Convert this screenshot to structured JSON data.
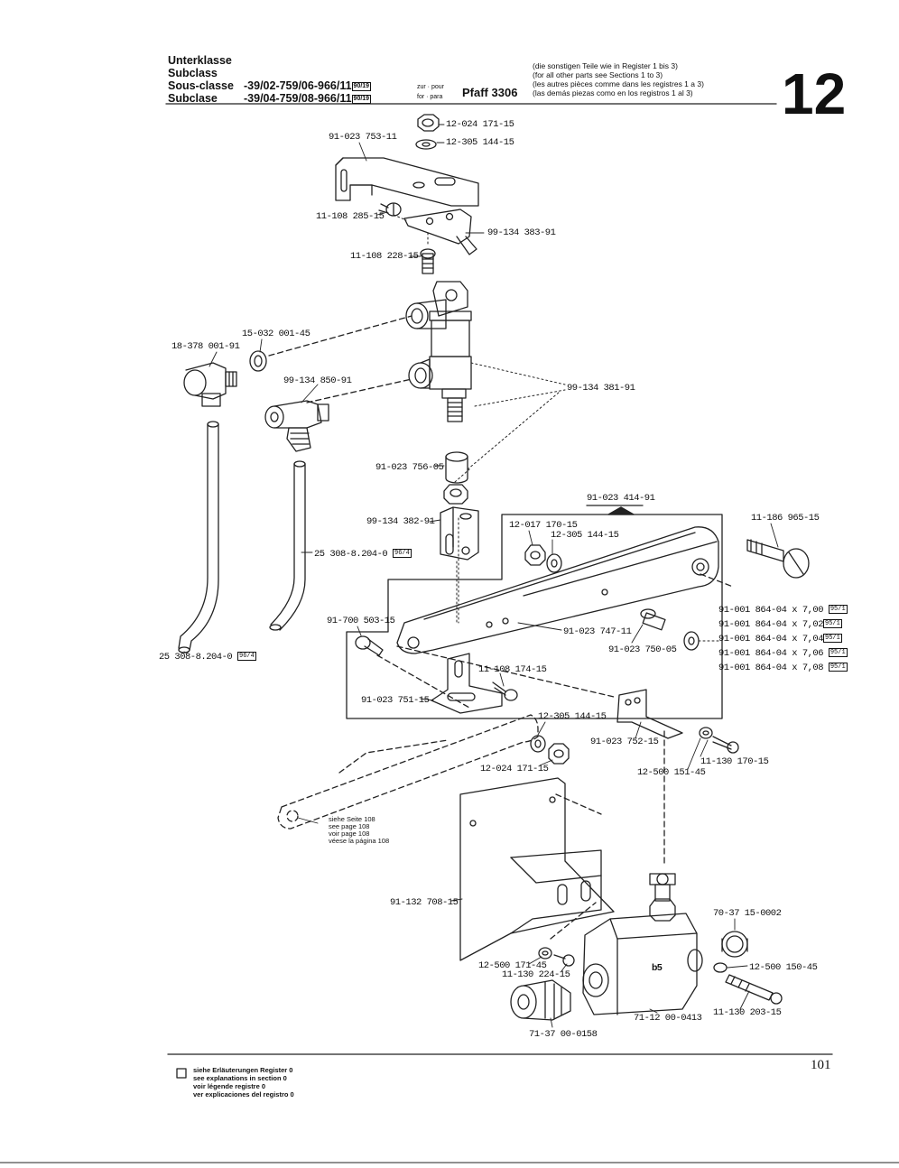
{
  "header": {
    "labels": [
      "Unterklasse",
      "Subclass",
      "Sous-classe",
      "Subclase"
    ],
    "codes": [
      "-39/02-759/06-966/11",
      "-39/04-759/08-966/11"
    ],
    "code_badges": [
      "90/19",
      "90/19"
    ],
    "zur_pour": "zur · pour",
    "for_para": "for · para",
    "model": "Pfaff 3306",
    "note_lines": [
      "(die sonstigen Teile wie in Register 1 bis 3)",
      "(for all other parts see Sections 1 to 3)",
      "(les autres pièces comme dans les registres 1 a 3)",
      "(las demás piezas como en los registros 1 al 3)"
    ],
    "section_number": "12"
  },
  "parts": {
    "p1": "12-024 171-15",
    "p2": "12-305 144-15",
    "p3": "91-023 753-11",
    "p4": "11-108 285-15",
    "p5": "99-134 383-91",
    "p6": "11-108 228-15",
    "p7": "15-032 001-45",
    "p8": "18-378 001-91",
    "p9": "99-134 850-91",
    "p10": "99-134 381-91",
    "p11": "91-023 756-05",
    "p12": "91-023 414-91",
    "p13": "99-134 382-91",
    "p14": "12-017 170-15",
    "p15": "12-305 144-15",
    "p16": "11-186 965-15",
    "p17": "25 308-8.204-0",
    "p17_badge": "96/4",
    "p18": "91-700 503-15",
    "p19": "91-023 747-11",
    "p20": "91-023 750-05",
    "p21": "25 308-8.204-0",
    "p21_badge": "96/4",
    "p22": "11-108 174-15",
    "p23": "91-023 751-15",
    "p24": "12-305 144-15",
    "p25": "91-023 752-15",
    "p26": "12-024 171-15",
    "p27": "11-130 170-15",
    "p28": "12-500 151-45",
    "p29": "91-132 708-15",
    "p30": "70-37 15-0002",
    "p31": "12-500 171-45",
    "p32": "11-130 224-15",
    "p33": "b5",
    "p34": "12-500 150-45",
    "p35": "71-12 00-0413",
    "p36": "11-130 203-15",
    "p37": "71-37 00-0158"
  },
  "shims": [
    {
      "label": "91-001 864-04 x 7,00",
      "badge": "95/1"
    },
    {
      "label": "91-001 864-04 x 7,02",
      "badge": "95/1"
    },
    {
      "label": "91-001 864-04 x 7,04",
      "badge": "95/1"
    },
    {
      "label": "91-001 864-04 x 7,06",
      "badge": "95/1"
    },
    {
      "label": "91-001 864-04 x 7,08",
      "badge": "95/1"
    }
  ],
  "see_page": [
    "siehe Seite 108",
    "see page 108",
    "voir page 108",
    "véese la página 108"
  ],
  "footer": {
    "lines": [
      "siehe Erläuterungen Register 0",
      "see explanations in section 0",
      "voir légende registre 0",
      "ver explicaciones del registro 0"
    ]
  },
  "page_number": "101"
}
